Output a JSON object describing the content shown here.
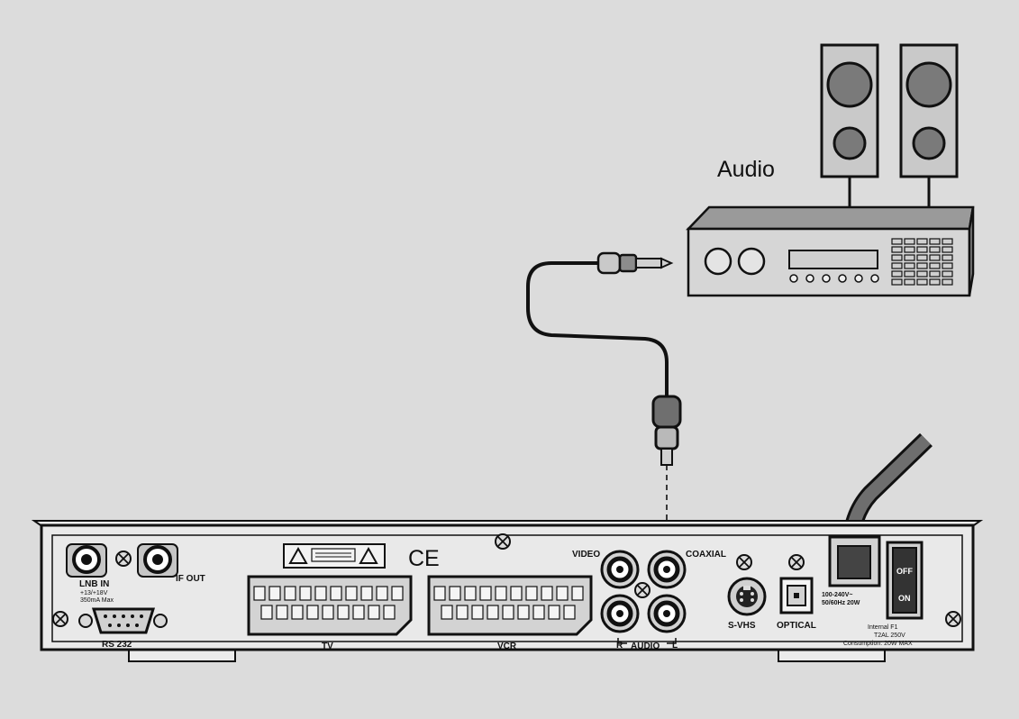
{
  "diagram": {
    "audio_label": "Audio",
    "receiver": {
      "ports": {
        "lnb_in": "LNB IN",
        "lnb_in_spec_1": "+13/+18V",
        "lnb_in_spec_2": "350mA Max",
        "if_out": "IF OUT",
        "rs232": "RS 232",
        "tv": "TV",
        "vcr": "VCR",
        "video": "VIDEO",
        "coaxial": "COAXIAL",
        "audio": "AUDIO",
        "audio_r": "R",
        "audio_l": "L",
        "svhs": "S-VHS",
        "optical": "OPTICAL"
      },
      "power_rating_1": "100-240V~",
      "power_rating_2": "50/60Hz 20W",
      "fuse_1": "Internal F1",
      "fuse_2": "T2AL 250V",
      "fuse_3": "Consumption: 20W MAX",
      "switch_off": "OFF",
      "switch_on": "ON",
      "ce_mark": "CE"
    }
  }
}
